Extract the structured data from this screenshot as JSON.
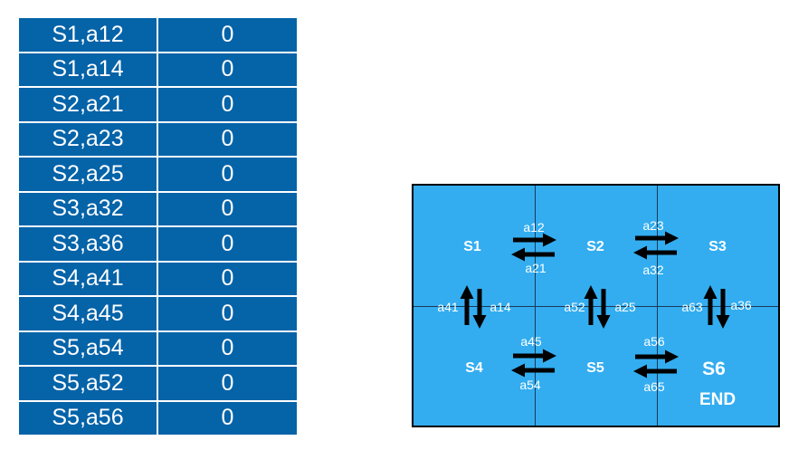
{
  "qtable": {
    "rows": [
      {
        "key": "S1,a12",
        "value": "0"
      },
      {
        "key": "S1,a14",
        "value": "0"
      },
      {
        "key": "S2,a21",
        "value": "0"
      },
      {
        "key": "S2,a23",
        "value": "0"
      },
      {
        "key": "S2,a25",
        "value": "0"
      },
      {
        "key": "S3,a32",
        "value": "0"
      },
      {
        "key": "S3,a36",
        "value": "0"
      },
      {
        "key": "S4,a41",
        "value": "0"
      },
      {
        "key": "S4,a45",
        "value": "0"
      },
      {
        "key": "S5,a54",
        "value": "0"
      },
      {
        "key": "S5,a52",
        "value": "0"
      },
      {
        "key": "S5,a56",
        "value": "0"
      }
    ]
  },
  "grid": {
    "states": {
      "s1": "S1",
      "s2": "S2",
      "s3": "S3",
      "s4": "S4",
      "s5": "S5",
      "s6": "S6"
    },
    "end_label": "END",
    "actions": {
      "a12": "a12",
      "a21": "a21",
      "a23": "a23",
      "a32": "a32",
      "a41": "a41",
      "a14": "a14",
      "a52": "a52",
      "a25": "a25",
      "a63": "a63",
      "a36": "a36",
      "a45": "a45",
      "a54": "a54",
      "a56": "a56",
      "a65": "a65"
    }
  },
  "colors": {
    "table_bg": "#0563a8",
    "grid_bg": "#33adf0",
    "arrow": "#000000",
    "text": "#ffffff"
  }
}
